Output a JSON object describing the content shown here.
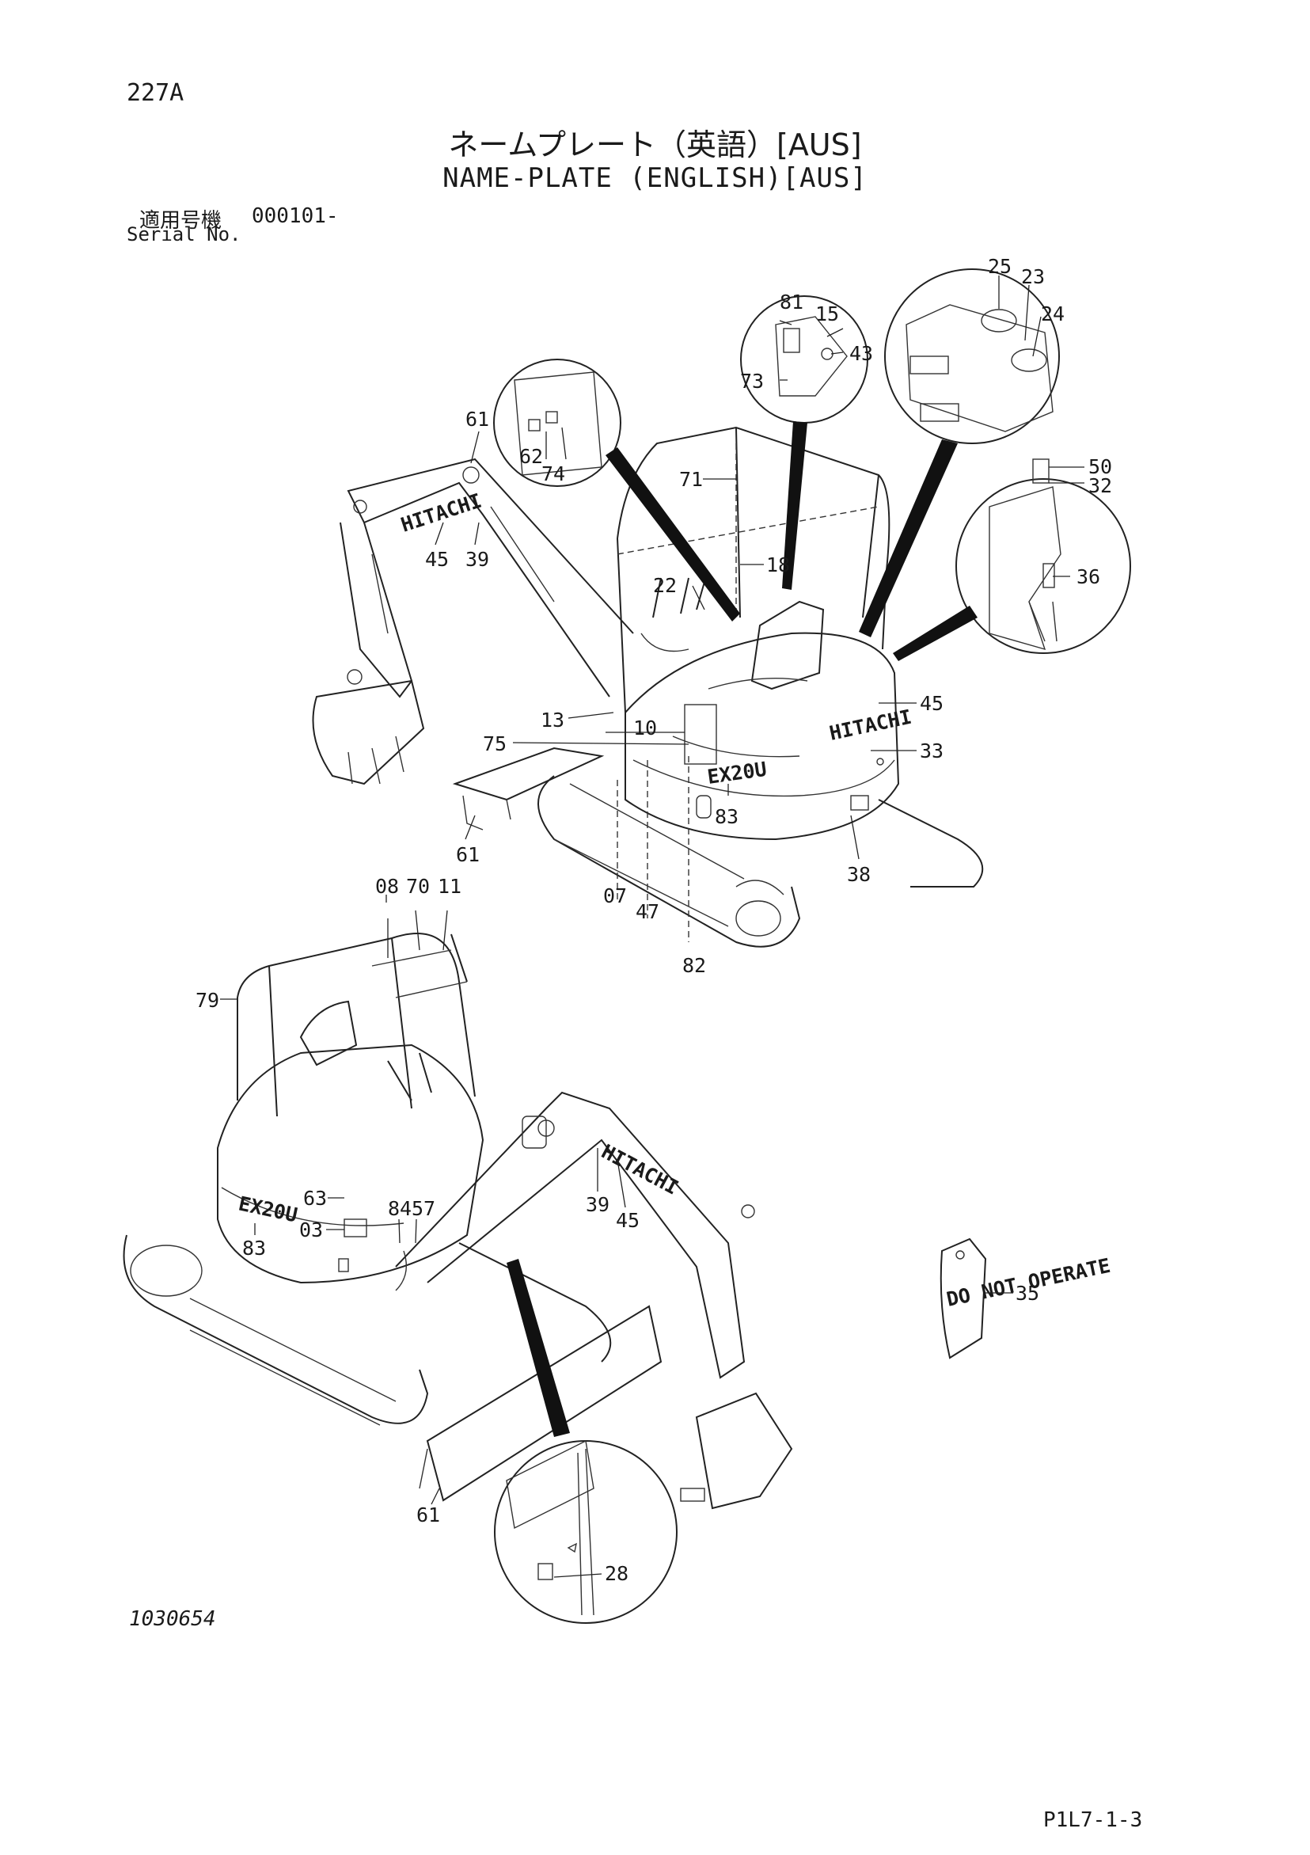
{
  "header": {
    "page_number": "227A",
    "title_jp": "ネームプレート（英語）[AUS]",
    "title_en": "NAME-PLATE (ENGLISH)[AUS]",
    "serial_label_jp": "適用号機",
    "serial_value": "000101-",
    "serial_label_en": "Serial No."
  },
  "footer": {
    "drawing_number": "1030654",
    "sheet_id": "P1L7-1-3"
  },
  "brand_marks": {
    "maker": "HITACHI",
    "model": "EX20U",
    "tag_text": "DO NOT OPERATE"
  },
  "callouts": {
    "c81": "81",
    "c15": "15",
    "c43": "43",
    "c73": "73",
    "c25": "25",
    "c23": "23",
    "c24": "24",
    "c61a": "61",
    "c62": "62",
    "c74": "74",
    "c71": "71",
    "c50": "50",
    "c32": "32",
    "c36": "36",
    "c18": "18",
    "c22": "22",
    "c45a": "45",
    "c39a": "39",
    "c13": "13",
    "c10": "10",
    "c75": "75",
    "c45b": "45",
    "c33": "33",
    "c83a": "83",
    "c61b": "61",
    "c38": "38",
    "c07": "07",
    "c47": "47",
    "c82": "82",
    "c08": "08",
    "c70": "70",
    "c11": "11",
    "c79": "79",
    "c39b": "39",
    "c45c": "45",
    "c63": "63",
    "c84": "84",
    "c57": "57",
    "c03": "03",
    "c83b": "83",
    "c35": "35",
    "c61c": "61",
    "c28": "28"
  }
}
